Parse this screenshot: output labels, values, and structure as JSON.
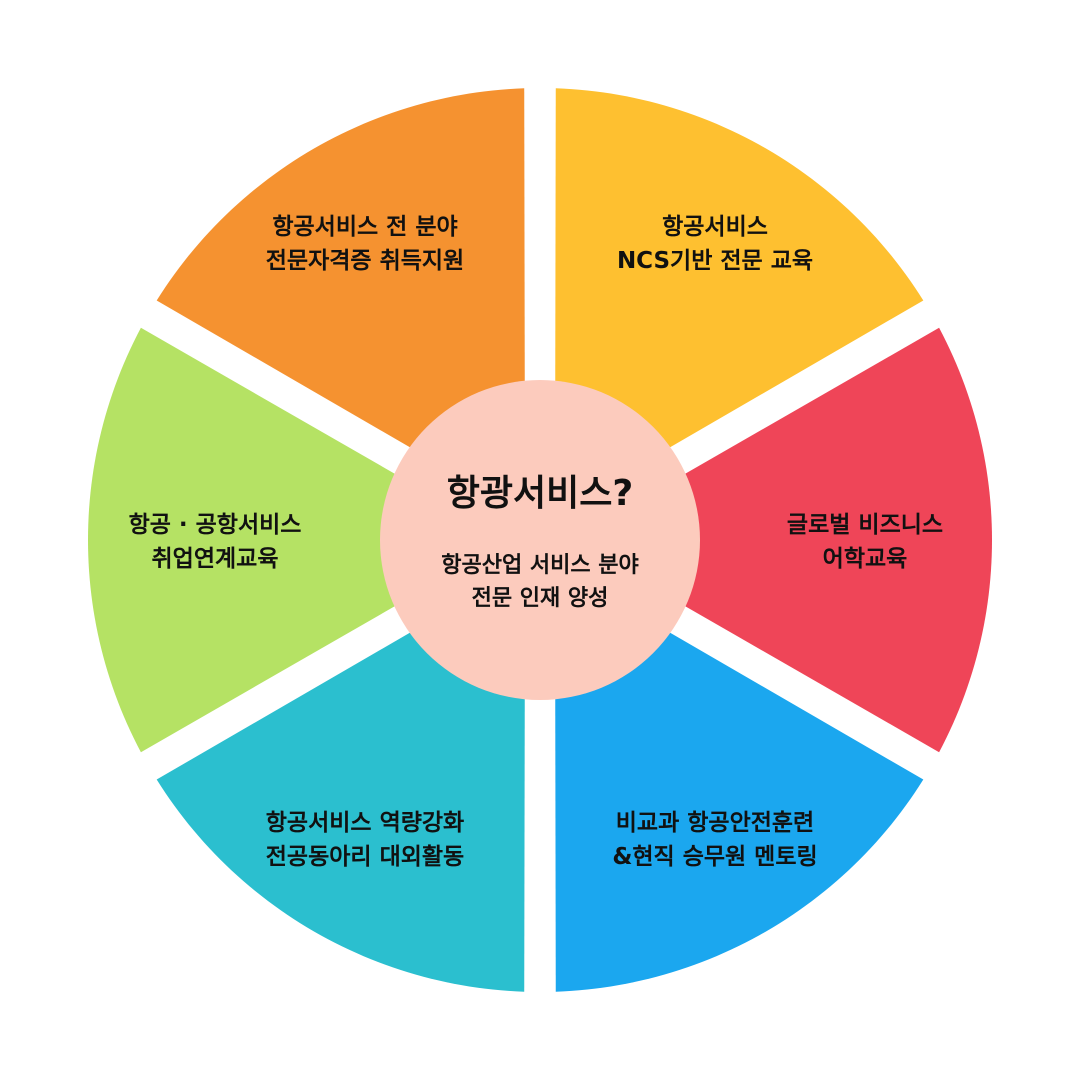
{
  "center": {
    "title": "항광서비스?",
    "subtitle_line1": "항공산업 서비스 분야",
    "subtitle_line2": "전문 인재 양성",
    "color": "#fccbbd"
  },
  "segments": [
    {
      "line1": "항공서비스",
      "line2": "NCS기반 전문 교육",
      "color": "#fec030"
    },
    {
      "line1": "글로벌 비즈니스",
      "line2": "어학교육",
      "color": "#ef4558"
    },
    {
      "line1": "비교과 항공안전훈련",
      "line2": "&현직 승무원 멘토링",
      "color": "#1ba7ef"
    },
    {
      "line1": "항공서비스 역량강화",
      "line2": "전공동아리 대외활동",
      "color": "#2bbfcf"
    },
    {
      "line1": "항공 · 공항서비스",
      "line2": "취업연계교육",
      "color": "#b5e264"
    },
    {
      "line1": "항공서비스 전 분야",
      "line2": "전문자격증 취득지원",
      "color": "#f59230"
    }
  ]
}
